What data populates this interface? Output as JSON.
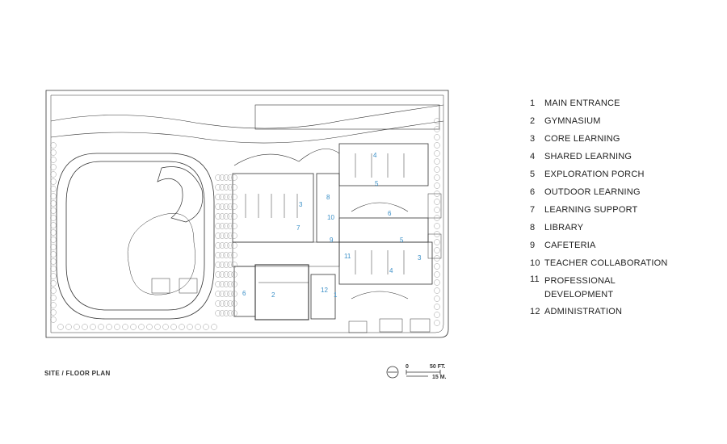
{
  "plan": {
    "caption": "SITE / FLOOR PLAN",
    "scale": {
      "zero": "0",
      "feet": "50 FT.",
      "meters": "15 M."
    },
    "room_tags": [
      "1",
      "2",
      "3",
      "4",
      "5",
      "6",
      "7",
      "8",
      "9",
      "10",
      "11",
      "12"
    ]
  },
  "legend": [
    {
      "num": "1",
      "label": "MAIN ENTRANCE"
    },
    {
      "num": "2",
      "label": "GYMNASIUM"
    },
    {
      "num": "3",
      "label": "CORE LEARNING"
    },
    {
      "num": "4",
      "label": "SHARED LEARNING"
    },
    {
      "num": "5",
      "label": "EXPLORATION PORCH"
    },
    {
      "num": "6",
      "label": "OUTDOOR LEARNING"
    },
    {
      "num": "7",
      "label": "LEARNING SUPPORT"
    },
    {
      "num": "8",
      "label": "LIBRARY"
    },
    {
      "num": "9",
      "label": "CAFETERIA"
    },
    {
      "num": "10",
      "label": "TEACHER COLLABORATION"
    },
    {
      "num": "11",
      "label": "PROFESSIONAL DEVELOPMENT"
    },
    {
      "num": "12",
      "label": "ADMINISTRATION"
    }
  ],
  "colors": {
    "line": "#333333",
    "tag": "#3a8fc7",
    "tree": "#9a9a9a"
  }
}
